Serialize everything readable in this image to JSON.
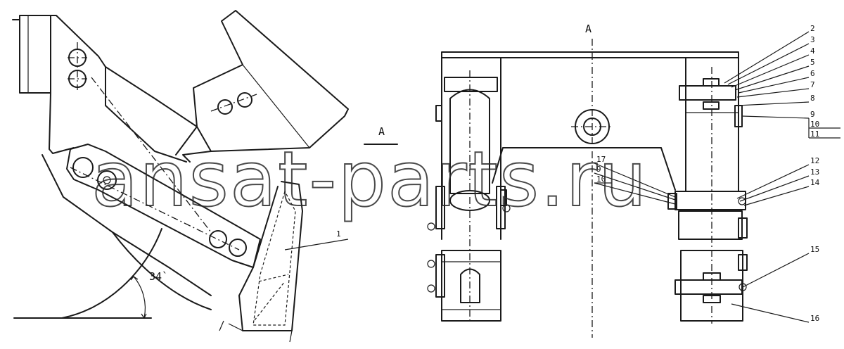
{
  "watermark": "ansat-parts.ru",
  "views": {
    "side": {
      "angle_label": "34`",
      "part_label": "1",
      "section_marker": "A"
    },
    "section": {
      "title": "A",
      "callouts": [
        "2",
        "3",
        "4",
        "5",
        "6",
        "7",
        "8",
        "9",
        "10",
        "11",
        "12",
        "13",
        "14",
        "15",
        "16"
      ],
      "inner_callouts": [
        "17",
        "9",
        "10"
      ]
    }
  }
}
